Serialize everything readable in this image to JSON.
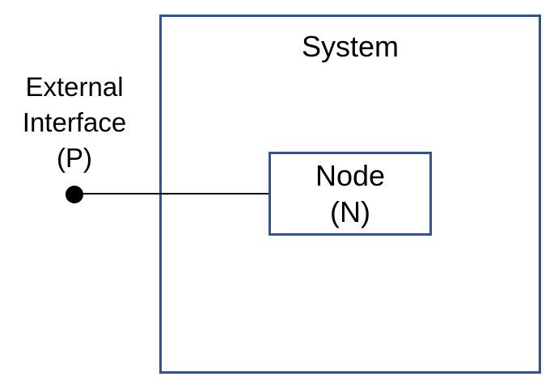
{
  "colors": {
    "box-border": "#2F5496",
    "connector": "#000000",
    "dot": "#000000",
    "text": "#000000",
    "background": "#FFFFFF"
  },
  "diagram": {
    "system": {
      "label": "System"
    },
    "node": {
      "lines": [
        "Node",
        "(N)"
      ]
    },
    "external_interface": {
      "lines": [
        "External",
        "Interface",
        "(P)"
      ]
    }
  }
}
